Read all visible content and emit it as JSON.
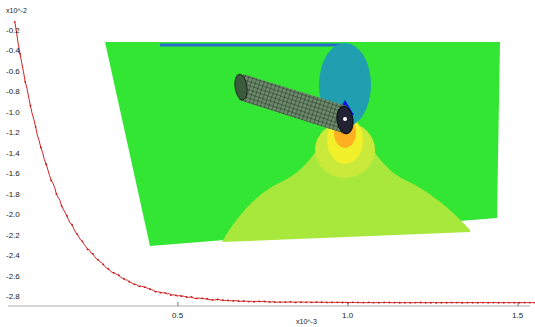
{
  "diagram": {
    "labels": [
      "x10^-2",
      "-0.2",
      "-0.4",
      "-0.6",
      "-0.8",
      "-1.0",
      "-1.2",
      "-1.4",
      "-1.6",
      "-1.8",
      "-2.0",
      "-2.2",
      "-2.4",
      "-2.6",
      "-2.8",
      "0.5",
      "1.0",
      "1.5",
      "x10^-3"
    ]
  }
}
